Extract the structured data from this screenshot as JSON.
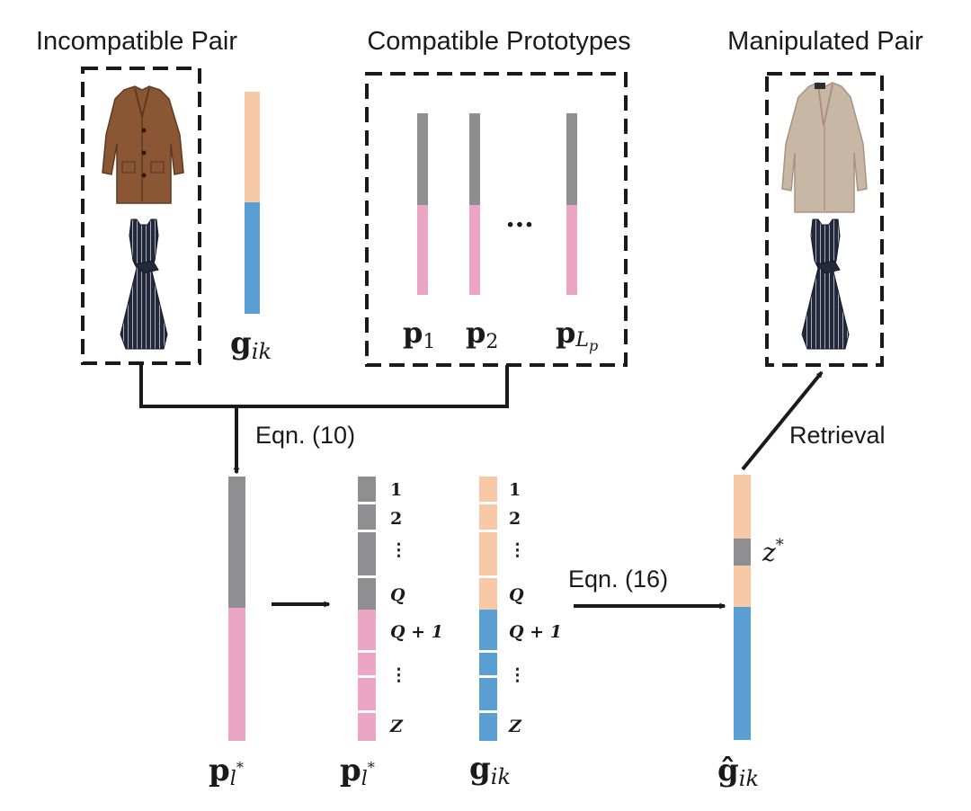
{
  "colors": {
    "peach": "#f7c9a7",
    "blue": "#5a9fd4",
    "gray": "#8f8f91",
    "pink": "#eba6c6",
    "line": "#1a1a1a",
    "coat_brown": "#8a5634",
    "coat_beige": "#c9b7a6",
    "dress_navy": "#23283a"
  },
  "headings": {
    "incompatible_pair": "Incompatible Pair",
    "compatible_prototypes": "Compatible Prototypes",
    "manipulated_pair": "Manipulated Pair"
  },
  "arrow_labels": {
    "eqn10": "Eqn. (10)",
    "eqn16": "Eqn. (16)",
    "retrieval": "Retrieval"
  },
  "vectors": {
    "g_ik": {
      "base": "g",
      "sub": "ik"
    },
    "p1": {
      "base": "p",
      "sub": "1"
    },
    "p2": {
      "base": "p",
      "sub": "2"
    },
    "ellipsis": "...",
    "p_Lp": {
      "base": "p",
      "sub": "L",
      "subsub": "p"
    },
    "p_lstar_left": {
      "base": "p",
      "sub": "l",
      "sup": "*"
    },
    "p_lstar_seg": {
      "base": "p",
      "sub": "l",
      "sup": "*"
    },
    "g_ik_seg": {
      "base": "g",
      "sub": "ik"
    },
    "g_hat": {
      "base": "ĝ",
      "sub": "ik"
    },
    "z_star": {
      "base": "z",
      "sup": "*"
    }
  },
  "segment_labels": [
    "1",
    "2",
    "⋮",
    "Q",
    "Q + 1",
    "⋮",
    "Z"
  ],
  "icons": {
    "coat_incompatible": "brown-coat-icon",
    "dress_incompatible": "striped-dress-icon",
    "coat_manipulated": "beige-coat-icon",
    "dress_manipulated": "striped-dress-icon"
  }
}
